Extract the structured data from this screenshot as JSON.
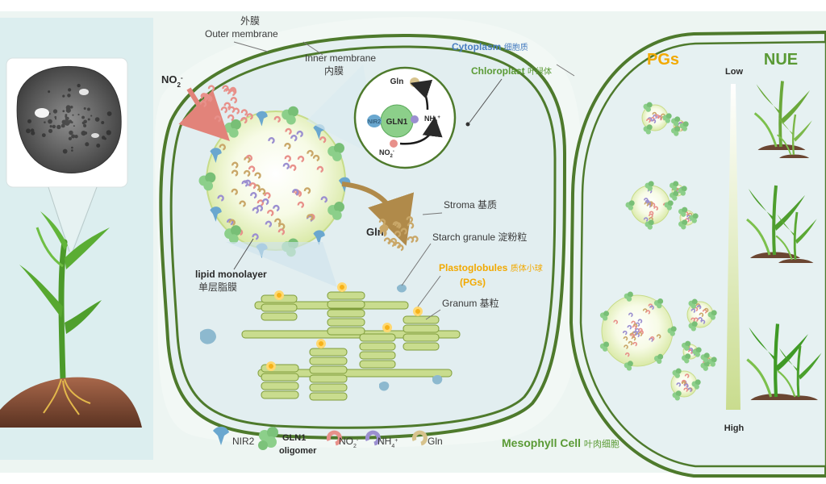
{
  "labels": {
    "outer_membrane_cn": "外膜",
    "outer_membrane_en": "Outer membrane",
    "inner_membrane_en": "Inner membrane",
    "inner_membrane_cn": "内膜",
    "cytoplasm_en": "Cytoplasm",
    "cytoplasm_cn": "细胞质",
    "chloroplast_en": "Chloroplast",
    "chloroplast_cn": "叶绿体",
    "no2_left": "NO",
    "no2_sub": "2",
    "no2_sup": "-",
    "gln_inset": "Gln",
    "gln1_inset": "GLN1",
    "nir2_inset": "NIR2",
    "nh4_inset": "NH",
    "nh4_sub": "4",
    "nh4_sup": "+",
    "no2_inset": "NO",
    "gln_arrow": "Gln",
    "stroma": "Stroma 基质",
    "starch": "Starch granule 淀粉粒",
    "plastoglobules_en": "Plastoglobules",
    "plastoglobules_cn": "质体小球",
    "pgs_paren": "(PGs)",
    "granum": "Granum 基粒",
    "lipid_en": "lipid monolayer",
    "lipid_cn": "单层脂膜",
    "mesophyll_en": "Mesophyll Cell",
    "mesophyll_cn": "叶肉细胞",
    "pgs_title": "PGs",
    "nue_title": "NUE",
    "low": "Low",
    "high": "High"
  },
  "legend": {
    "nir2": "NIR2",
    "gln1_line1": "GLN1",
    "gln1_line2": "oligomer",
    "no2": "NO",
    "no2_sub": "2",
    "no2_sup": "-",
    "nh4": "NH",
    "nh4_sub": "4",
    "nh4_sup": "+",
    "gln": "Gln"
  },
  "colors": {
    "membrane": "#4e7a2c",
    "stroma_fill": "#e7f1f2",
    "cytoplasm_fill": "#f0f6f3",
    "left_bg": "#dcedf0",
    "thylakoid": "#c9dc8e",
    "thylakoid_edge": "#7e9c3a",
    "pg_yellow": "#f6b21a",
    "cytoplasm_blue": "#4a7fc1",
    "chloroplast_green": "#5a9a35",
    "gln_gold": "#c9a768",
    "no2_red": "#e8908a",
    "nh4_purple": "#9b8fd0",
    "nir2_blue": "#6aa7cf"
  }
}
